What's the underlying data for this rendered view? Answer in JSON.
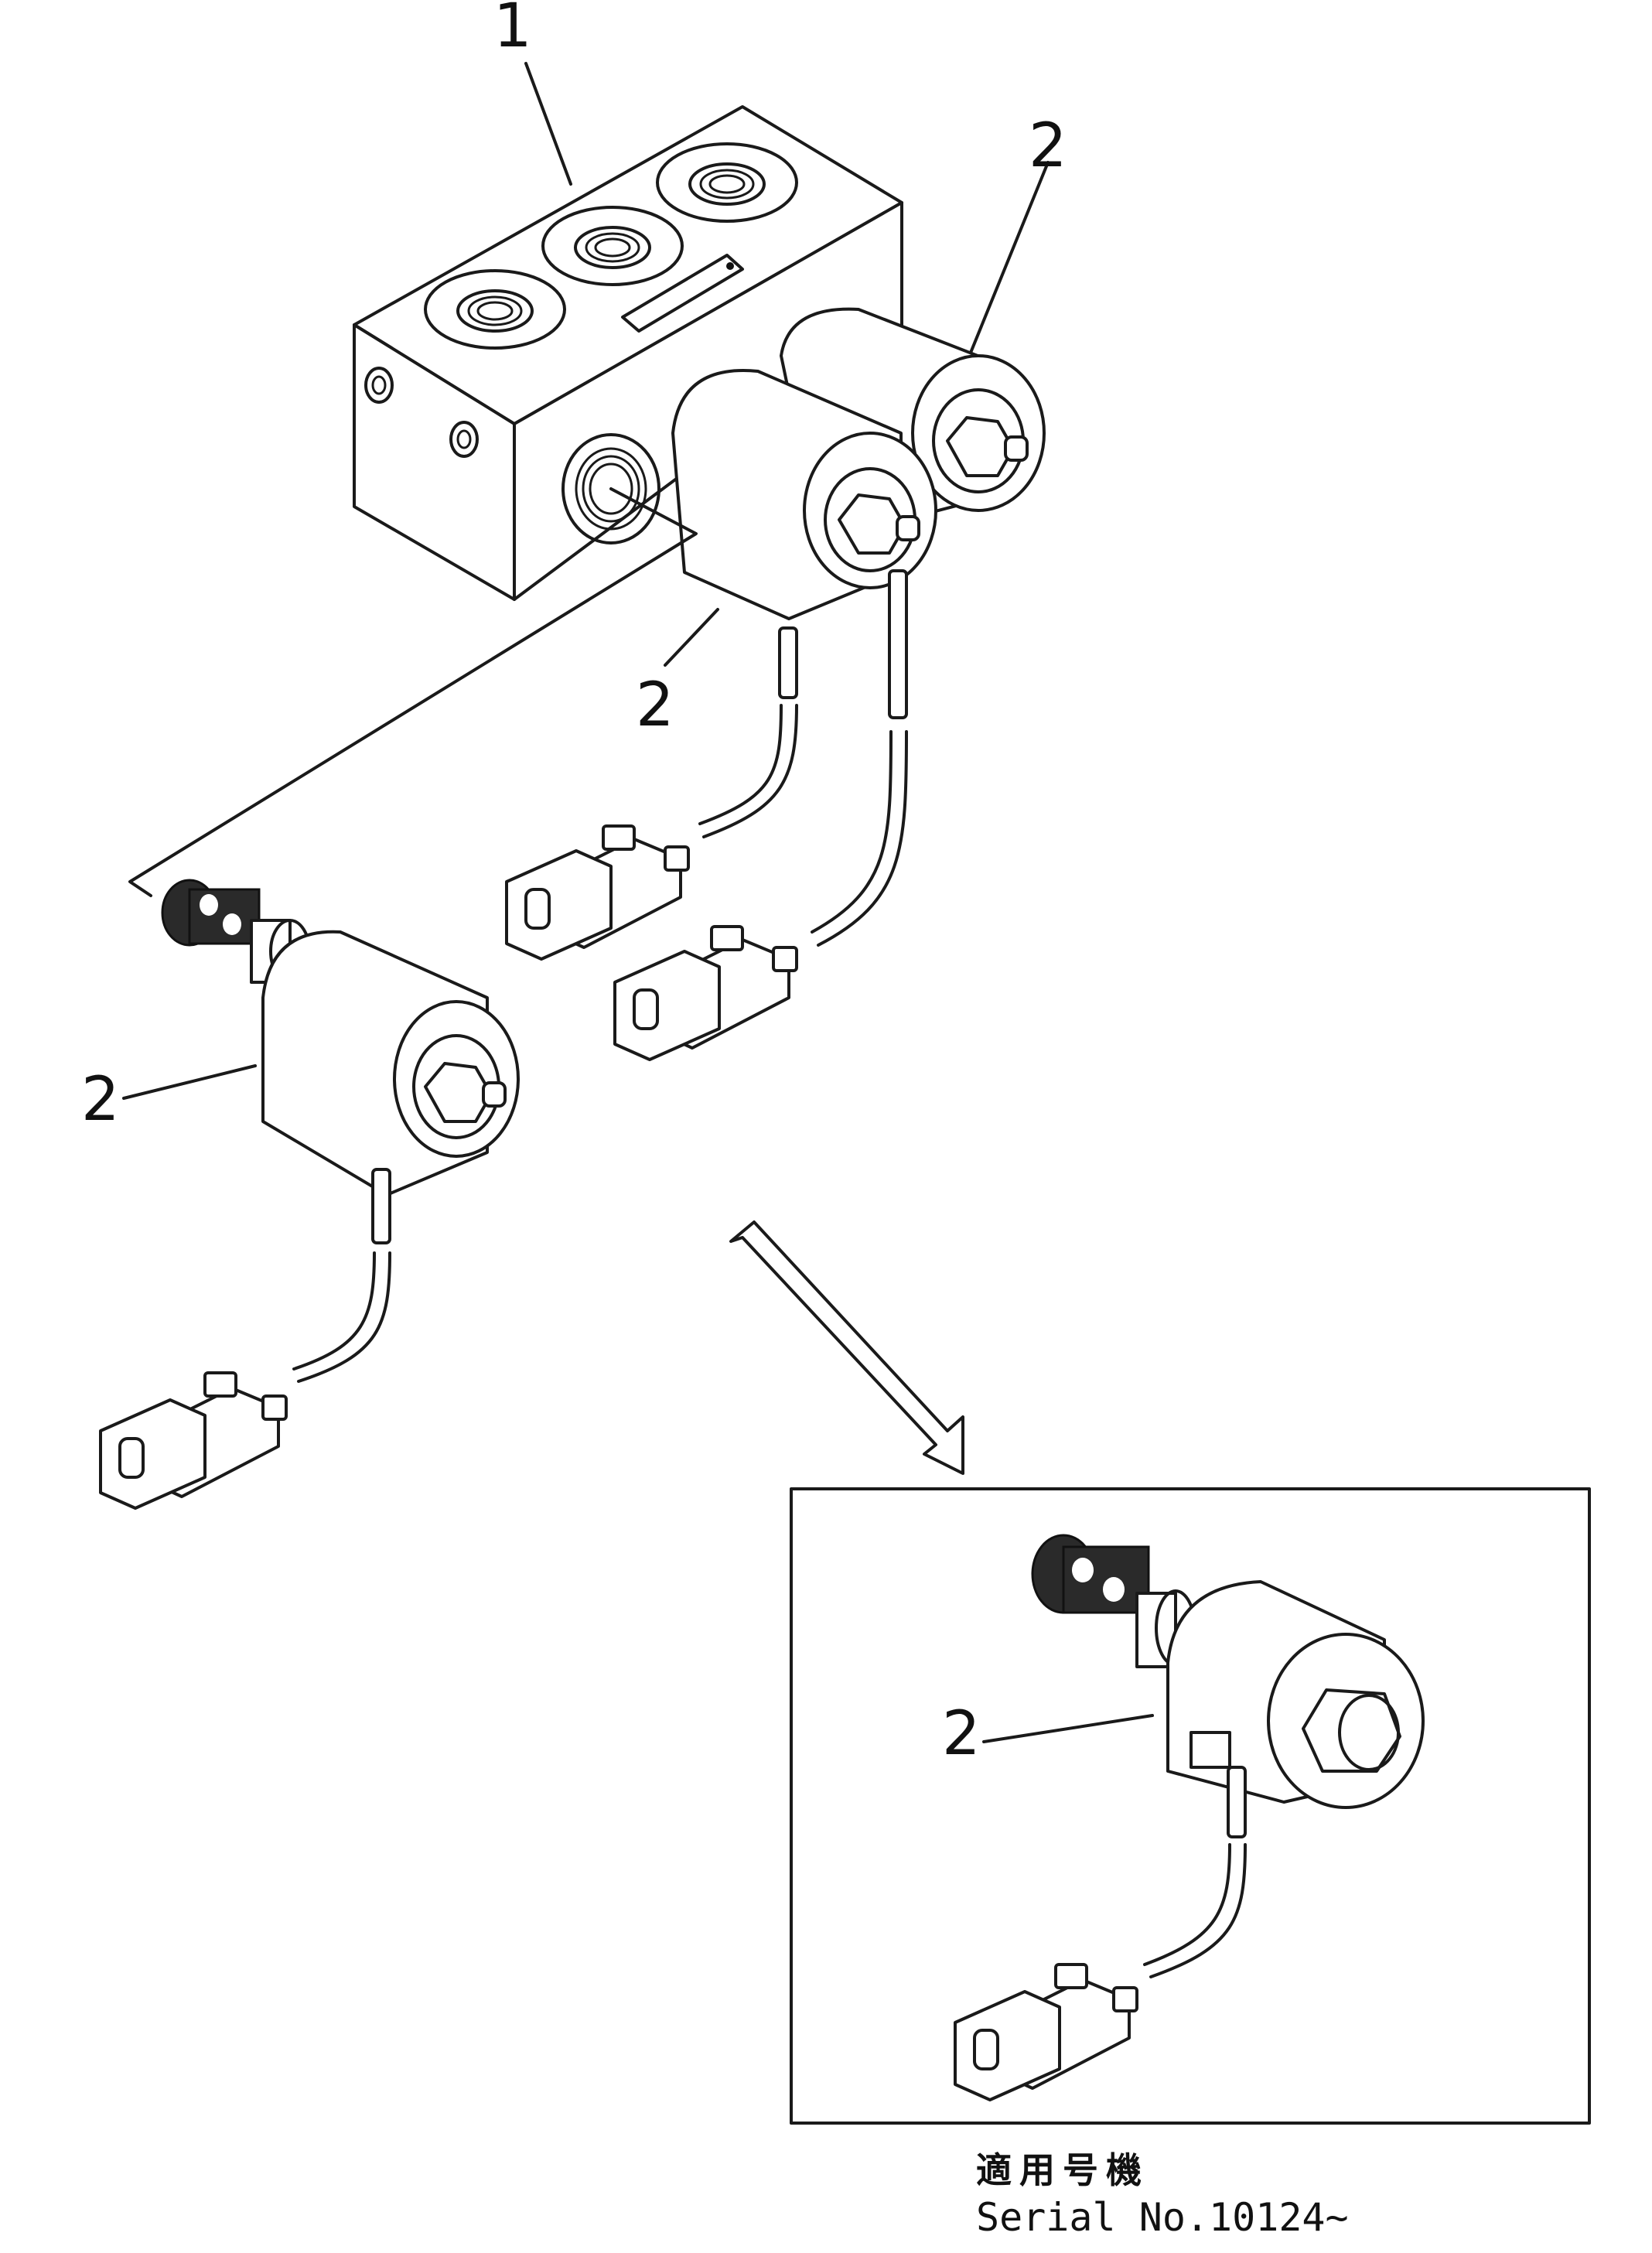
{
  "callouts": {
    "valve_block": "1",
    "solenoid_upper_right": "2",
    "solenoid_middle": "2",
    "solenoid_left": "2",
    "solenoid_inset": "2"
  },
  "caption": {
    "applicable_serial_jp": "適用号機",
    "serial_number": "Serial No.10124~"
  }
}
